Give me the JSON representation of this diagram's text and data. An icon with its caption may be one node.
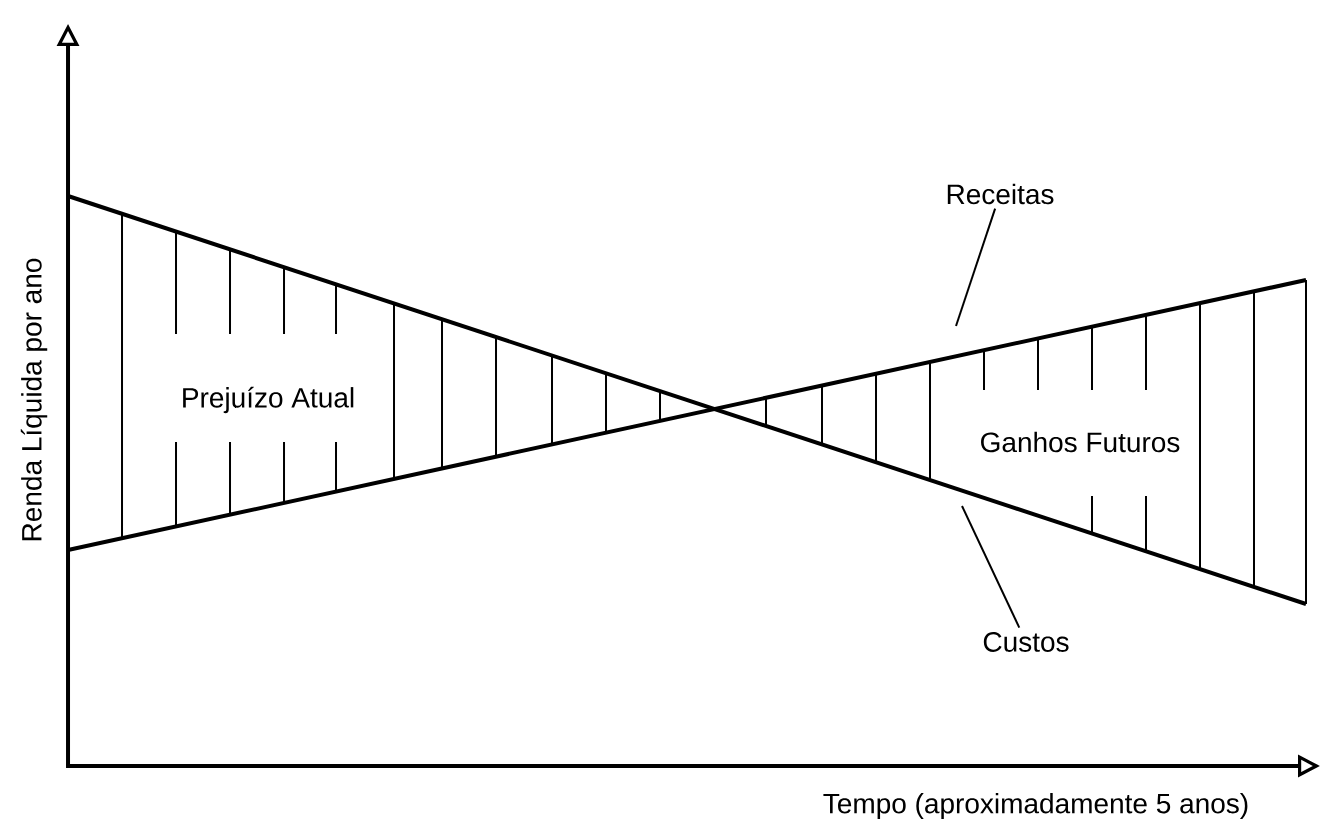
{
  "diagram": {
    "nodes": [
      {
        "text": [
          "Receitas"
        ]
      },
      {
        "text": [
          "Custos"
        ]
      }
    ],
    "edges": [
      {
        "from": 0,
        "to": null,
        "arrow": "none"
      },
      {
        "from": 1,
        "to": null,
        "arrow": "none"
      }
    ],
    "labels": [
      "Renda Líquida por ano",
      "Prejuízo Atual",
      "Ganhos Futuros",
      "Tempo (aproximadamente 5 anos)"
    ]
  }
}
